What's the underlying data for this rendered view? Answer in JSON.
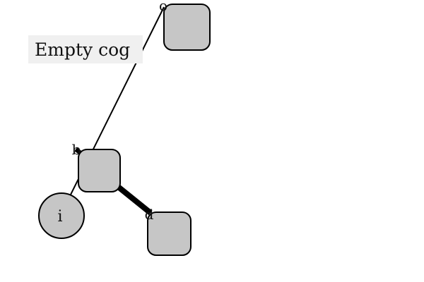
{
  "diagram": {
    "label": "Empty cog",
    "nodes": [
      {
        "id": "node-top-right",
        "shape": "rounded-square",
        "text": ""
      },
      {
        "id": "node-middle",
        "shape": "rounded-square",
        "text": ""
      },
      {
        "id": "node-bottom-right",
        "shape": "rounded-square",
        "text": ""
      },
      {
        "id": "node-circle",
        "shape": "circle",
        "text": "i"
      }
    ],
    "ports": [
      {
        "id": "port-top",
        "text": "o"
      },
      {
        "id": "port-middle",
        "text": "b"
      },
      {
        "id": "port-bottom",
        "text": "d"
      }
    ],
    "edges": [
      {
        "from": "node-circle",
        "to": "node-top-right",
        "style": "thin"
      },
      {
        "from": "node-middle",
        "to": "node-bottom-right",
        "style": "thick"
      }
    ],
    "colors": {
      "node_fill": "#c6c6c6",
      "stroke": "#000000",
      "label_bg": "#f0f0f0"
    }
  }
}
